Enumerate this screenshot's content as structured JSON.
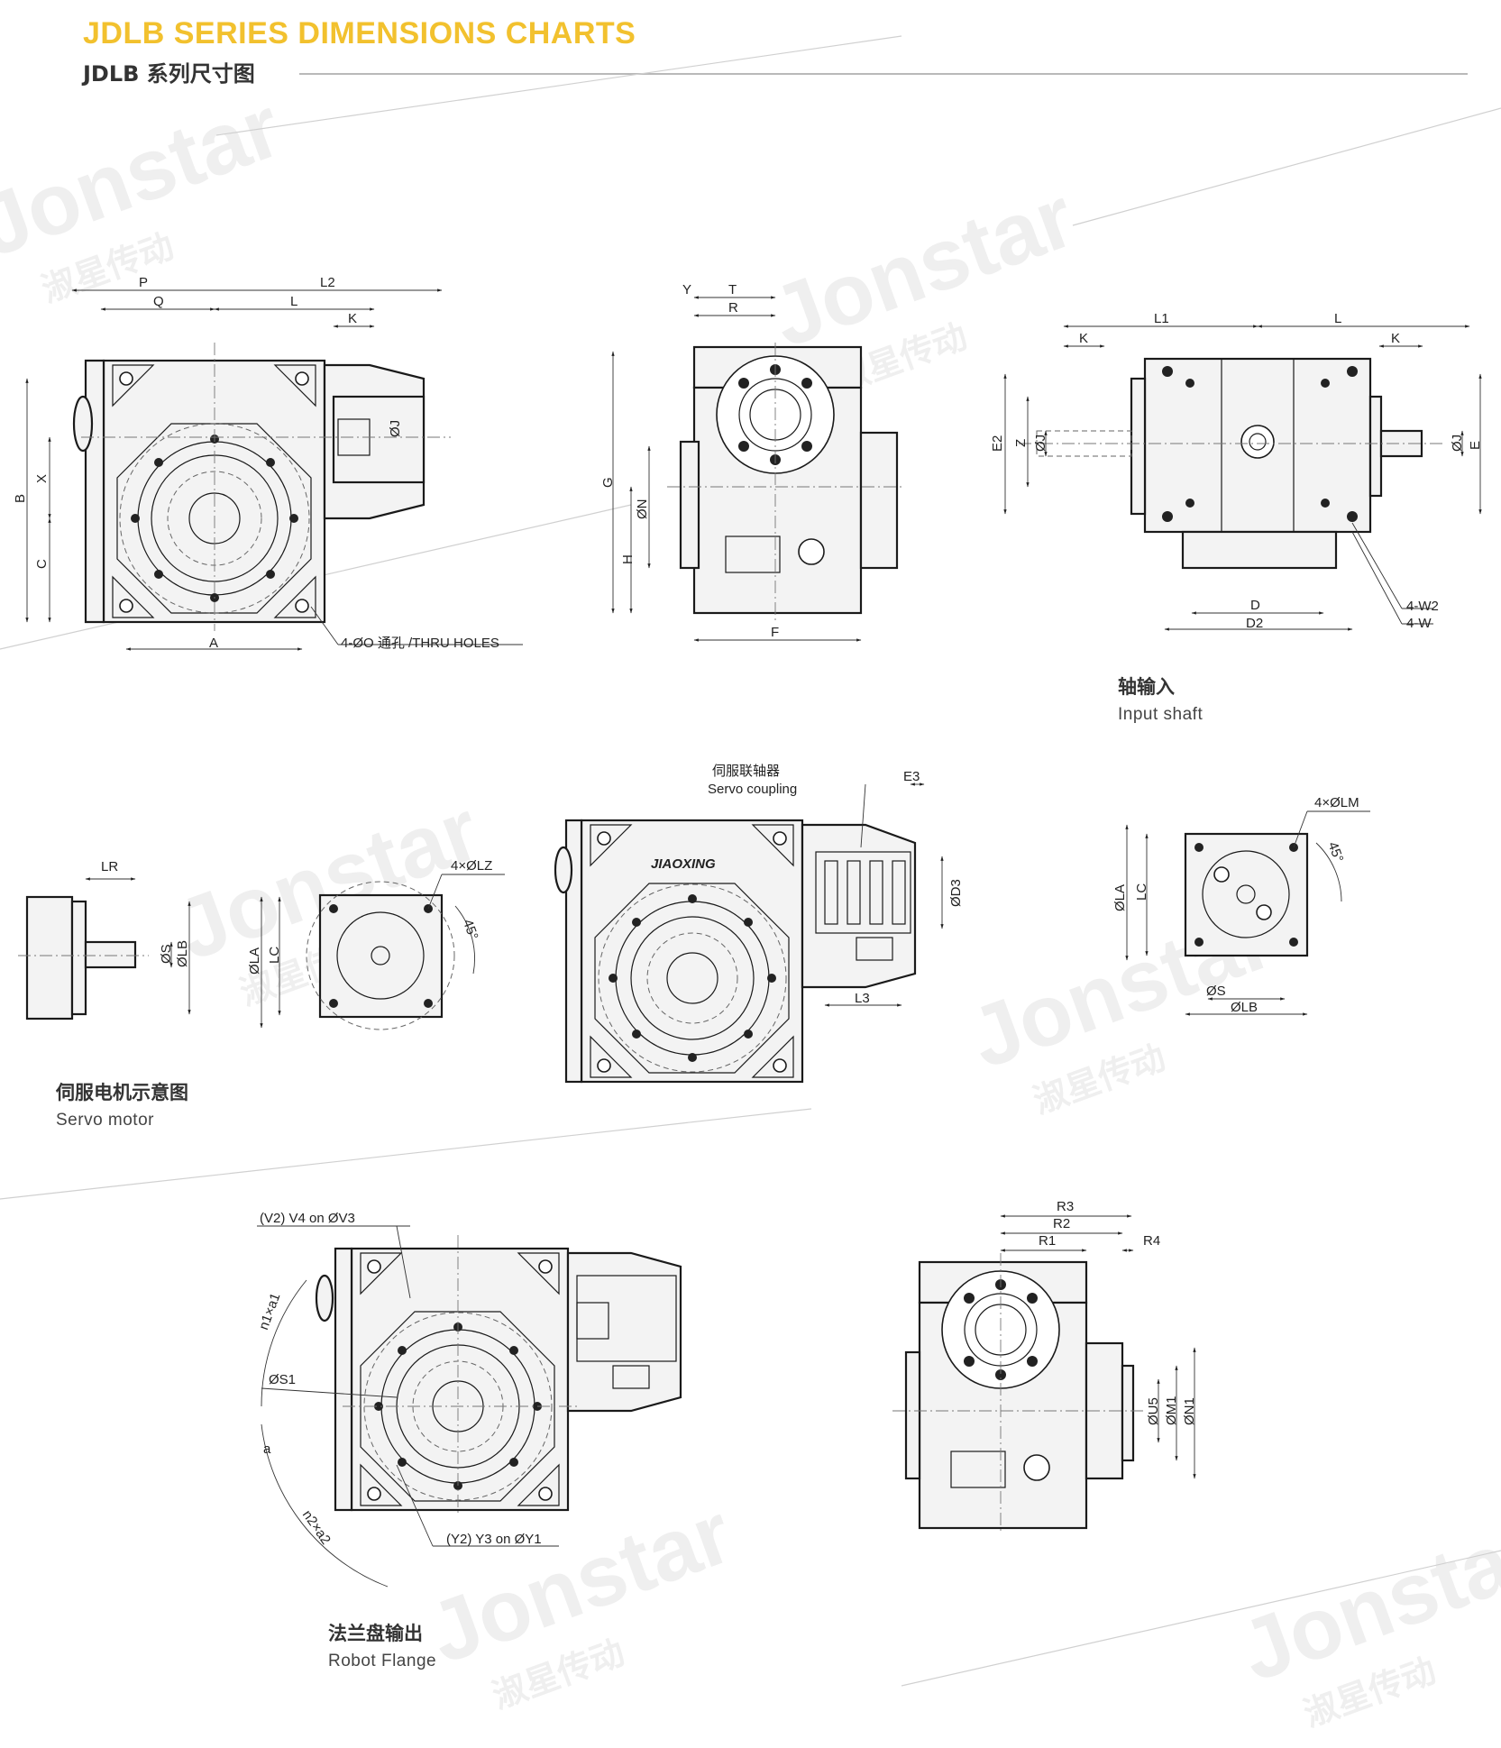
{
  "header": {
    "title_en": "JDLB SERIES DIMENSIONS CHARTS",
    "title_cn": "JDLB 系列尺寸图"
  },
  "watermark": {
    "brand": "Jonstar",
    "brand_cn": "淑星传动"
  },
  "colors": {
    "title_accent": "#f2c12e",
    "line": "#1a1a1a",
    "fill_light": "#f1f1f1",
    "dim": "#333333"
  },
  "views": {
    "front": {
      "labels": [
        "P",
        "L2",
        "Q",
        "L",
        "K",
        "ØJ",
        "B",
        "X",
        "C",
        "A"
      ],
      "holes_note": "4-ØO 通孔 /THRU HOLES"
    },
    "side": {
      "labels": [
        "Y",
        "T",
        "R",
        "G",
        "ØN",
        "H",
        "F"
      ]
    },
    "top": {
      "labels": [
        "L1",
        "L",
        "K",
        "K",
        "E2",
        "Z",
        "ØJ",
        "ØJ",
        "E",
        "D",
        "D2",
        "4-W2",
        "4-W"
      ]
    },
    "servo_motor": {
      "labels": [
        "LR",
        "ØS",
        "ØLB",
        "4×ØLZ",
        "45°",
        "ØLA",
        "LC"
      ]
    },
    "coupling": {
      "coupling_cn": "伺服联轴器",
      "coupling_en": "Servo coupling",
      "brand": "JIAOXING",
      "labels": [
        "E3",
        "ØD3",
        "L3"
      ]
    },
    "input_flange": {
      "labels": [
        "4×ØLM",
        "45°",
        "ØLA",
        "LC",
        "ØS",
        "ØLB"
      ]
    },
    "robot_flange": {
      "labels": [
        "(V2) V4 on ØV3",
        "n1×a1",
        "ØS1",
        "a",
        "n2×a2",
        "(Y2) Y3 on ØY1"
      ]
    },
    "output_side": {
      "labels": [
        "R3",
        "R2",
        "R1",
        "R4",
        "ØU5",
        "ØM1",
        "ØN1"
      ]
    }
  },
  "captions": {
    "input_shaft": {
      "cn": "轴输入",
      "en": "Input shaft"
    },
    "servo_motor": {
      "cn": "伺服电机示意图",
      "en": "Servo motor"
    },
    "robot_flange": {
      "cn": "法兰盘输出",
      "en": "Robot Flange"
    }
  }
}
